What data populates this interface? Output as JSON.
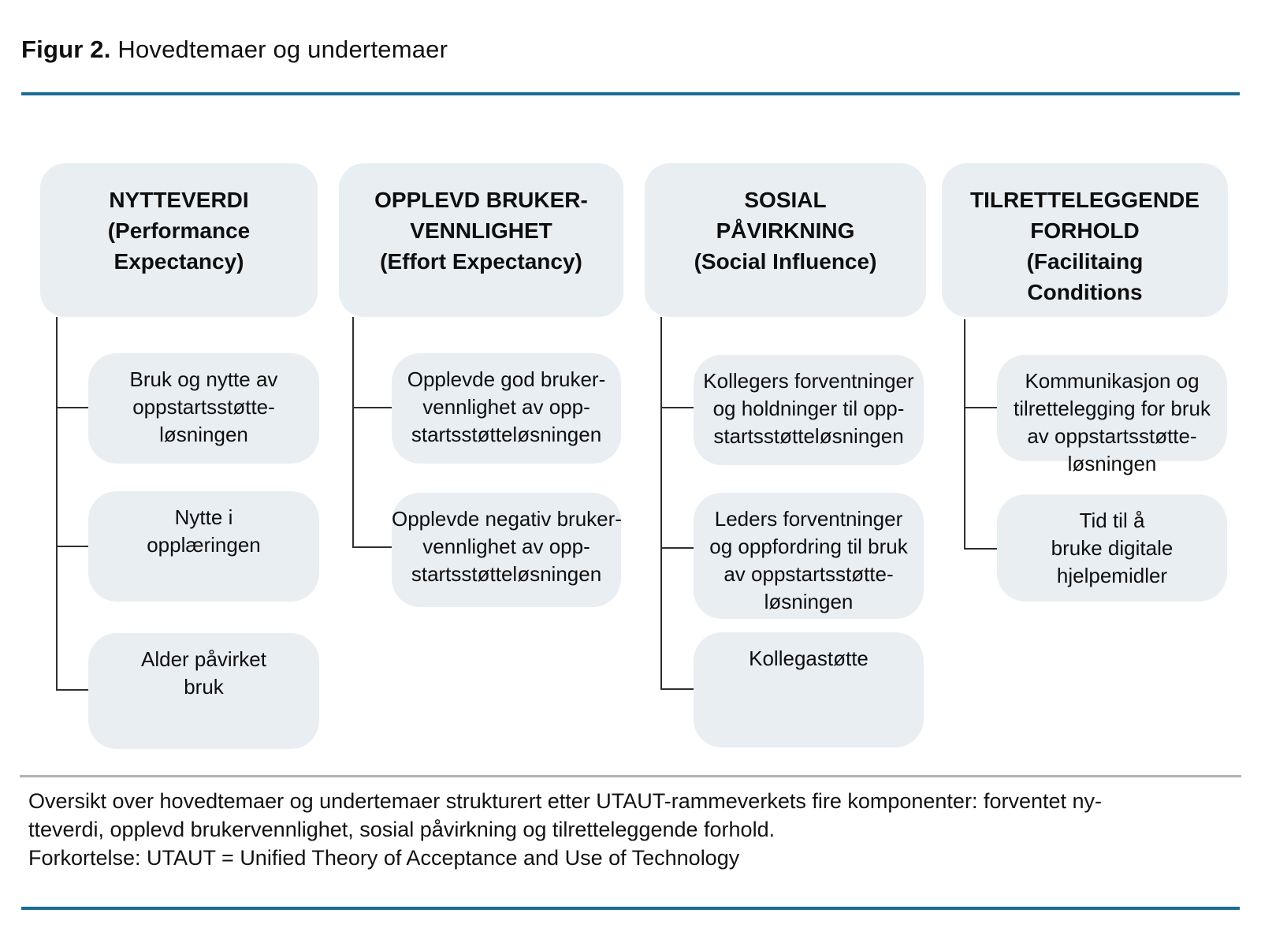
{
  "title": {
    "prefix": "Figur 2.",
    "rest": " Hovedtemaer og undertemaer"
  },
  "colors": {
    "accent_rule": "#1c6b94",
    "divider_gray": "#b3b3b3",
    "box_fill": "#e9eef3",
    "connector": "#2f2f2f",
    "text": "#0e0e0e"
  },
  "columns": [
    {
      "header": "NYTTEVERDI\n(Performance\nExpectancy)",
      "children": [
        "Bruk og nytte av\noppstartsstøtte-\nløsningen",
        "Nytte i\nopplæringen",
        "Alder påvirket\nbruk"
      ]
    },
    {
      "header": "OPPLEVD BRUKER-\nVENNLIGHET\n(Effort Expectancy)",
      "children": [
        "Opplevde god bruker-\nvennlighet av opp-\nstartsstøtteløsningen",
        "Opplevde negativ bruker-\nvennlighet av opp-\nstartsstøtteløsningen"
      ]
    },
    {
      "header": "SOSIAL\nPÅVIRKNING\n(Social Influence)",
      "children": [
        "Kollegers forventninger\nog holdninger til opp-\nstartsstøtteløsningen",
        "Leders forventninger\nog oppfordring til bruk\nav oppstartsstøtte-\nløsningen",
        "Kollegastøtte"
      ]
    },
    {
      "header": "TILRETTELEGGENDE\nFORHOLD\n(Facilitaing\nConditions",
      "children": [
        "Kommunikasjon og\ntilrettelegging for bruk\nav oppstartsstøtte-\nløsningen",
        "Tid til å\nbruke digitale\nhjelpemidler"
      ]
    }
  ],
  "caption": "Oversikt over hovedtemaer og undertemaer strukturert etter UTAUT-rammeverkets fire komponenter: forventet ny-\ntteverdi, opplevd brukervennlighet, sosial påvirkning og tilretteleggende forhold.\nForkortelse: UTAUT = Unified Theory of Acceptance and Use of Technology"
}
